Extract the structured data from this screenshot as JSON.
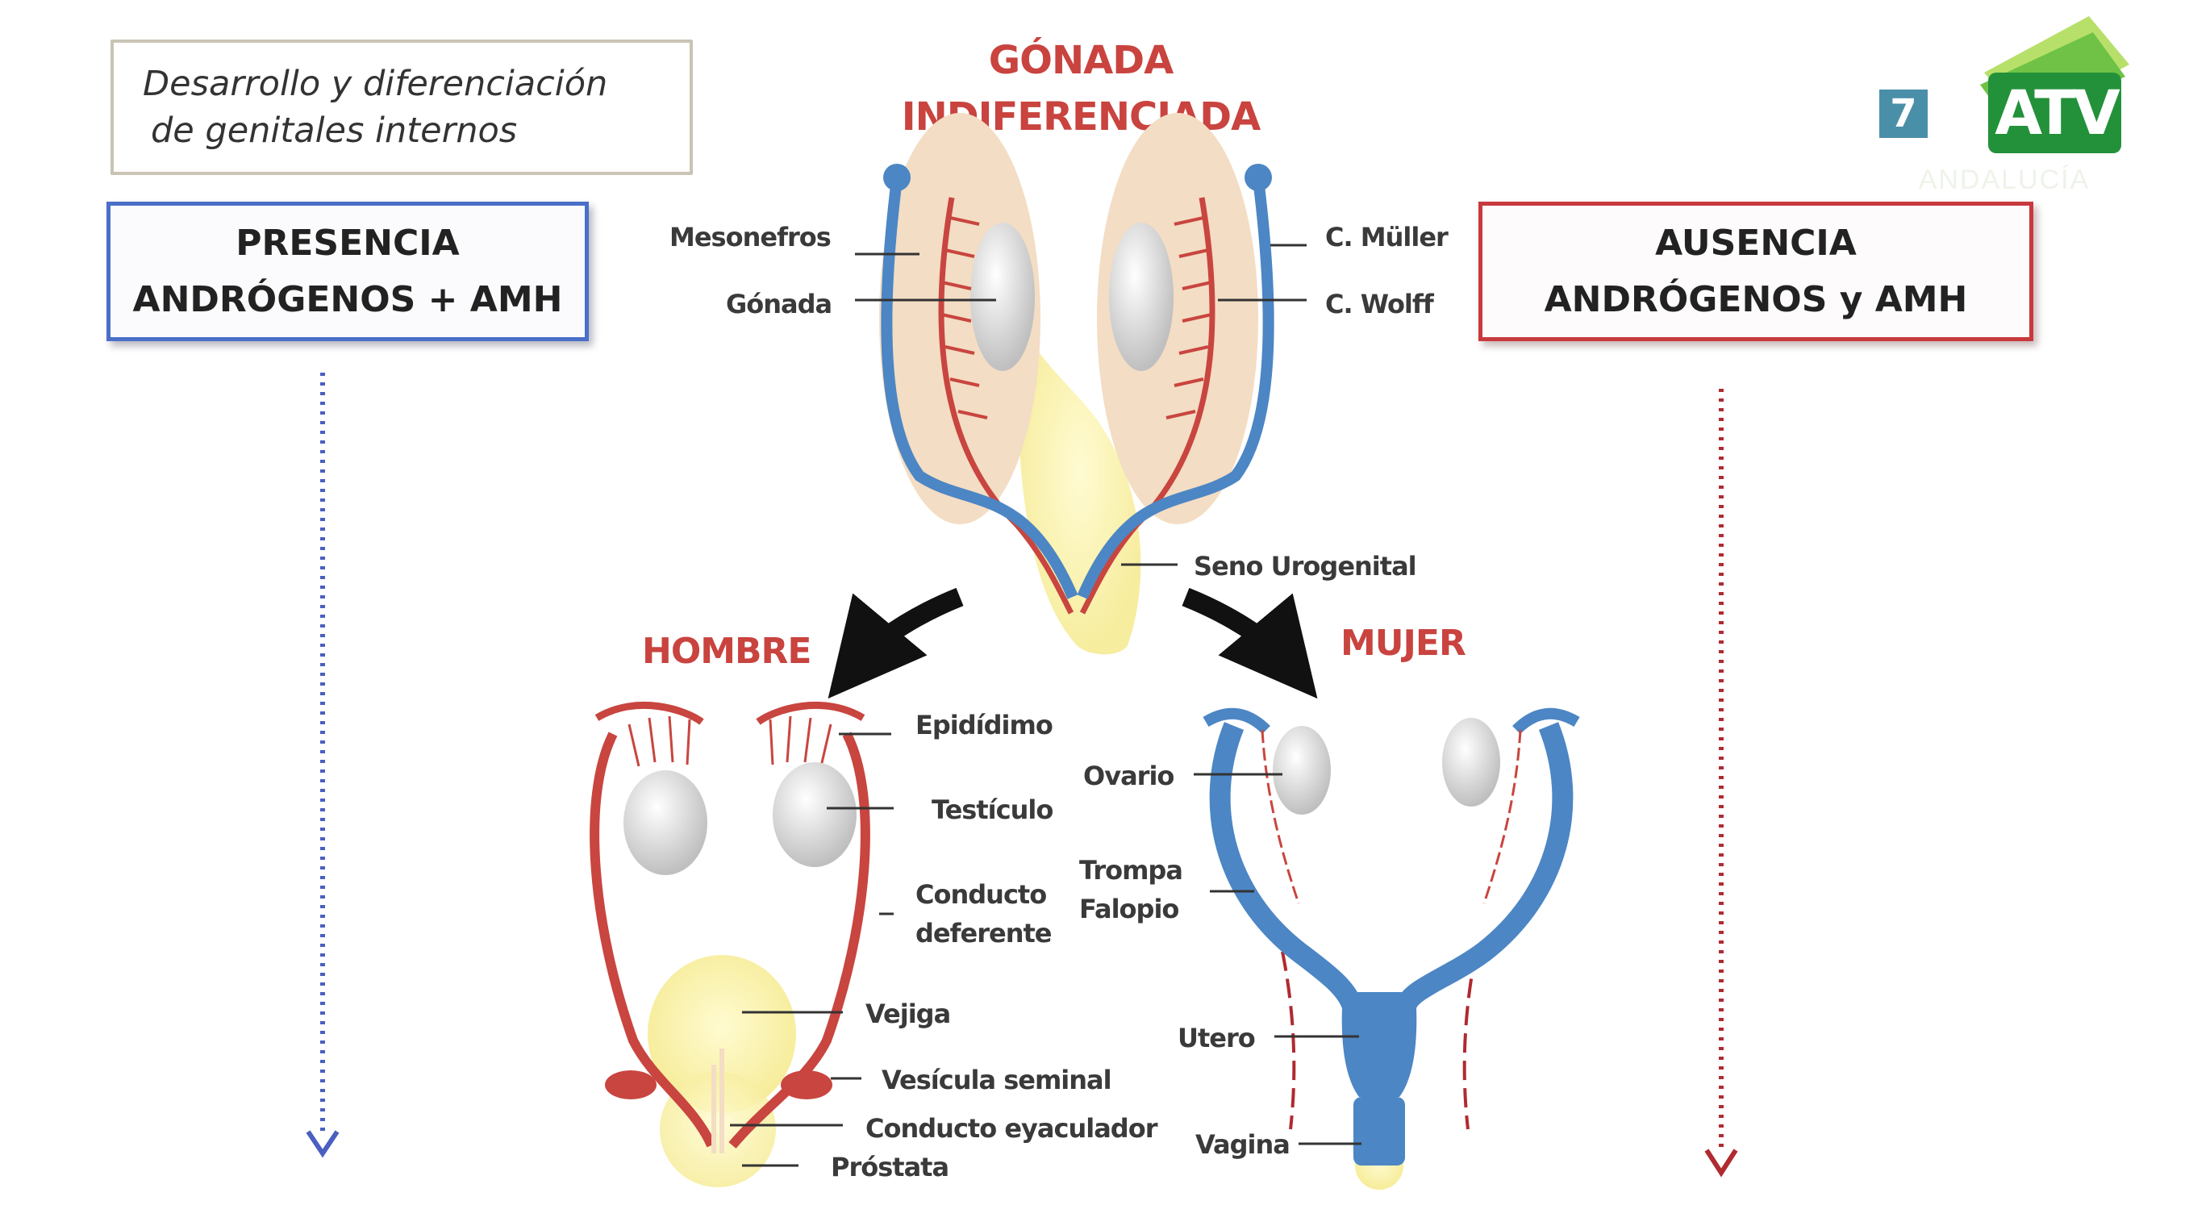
{
  "title": {
    "line1": "Desarrollo y diferenciación",
    "line2": "de genitales internos"
  },
  "presence_box": {
    "line1": "PRESENCIA",
    "line2": "ANDRÓGENOS + AMH"
  },
  "absence_box": {
    "line1": "AUSENCIA",
    "line2": "ANDRÓGENOS y AMH"
  },
  "gonad_header": {
    "line1": "GÓNADA",
    "line2": "INDIFERENCIADA"
  },
  "man_header": "HOMBRE",
  "woman_header": "MUJER",
  "indifferent_labels": {
    "mesonefros": "Mesonefros",
    "gonada": "Gónada",
    "c_muller": "C. Müller",
    "c_wolff": "C. Wolff",
    "seno": "Seno Urogenital"
  },
  "male_labels": {
    "epididimo": "Epidídimo",
    "testiculo": "Testículo",
    "conducto_1": "Conducto",
    "conducto_2": "deferente",
    "vejiga": "Vejiga",
    "vesicula": "Vesícula seminal",
    "eyaculador": "Conducto eyaculador",
    "prostata": "Próstata"
  },
  "female_labels": {
    "ovario": "Ovario",
    "trompa_1": "Trompa",
    "trompa_2": "Falopio",
    "utero": "Utero",
    "vagina": "Vagina"
  },
  "logo": {
    "number": "7",
    "brand": "ATV",
    "region": "ANDALUCÍA"
  },
  "colors": {
    "red_duct": "#c9453f",
    "blue_duct": "#4c86c4",
    "header_red": "#c9433f",
    "presence_border": "#4a6fc8",
    "absence_border": "#c8393d"
  }
}
